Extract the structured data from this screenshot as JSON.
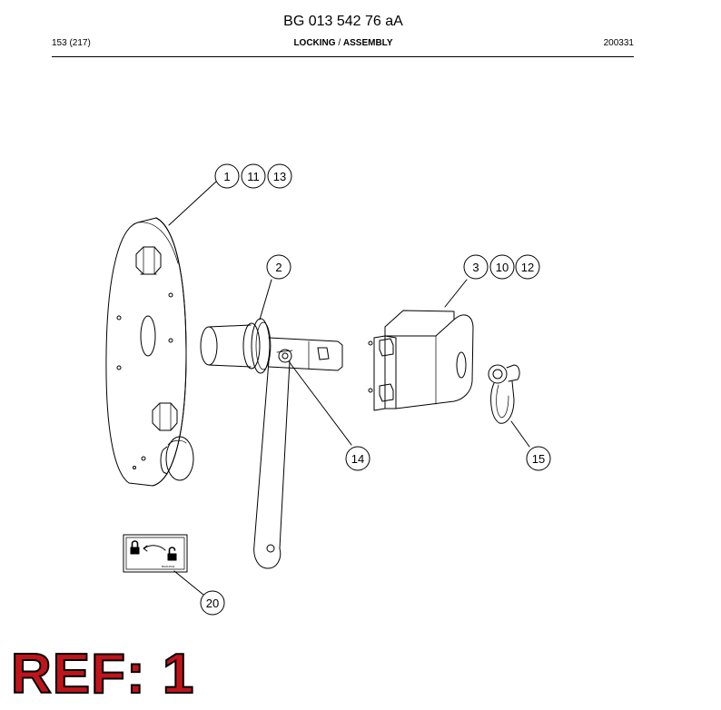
{
  "document": {
    "title": "BG 013 542 76 aA",
    "page_ref": "153 (217)",
    "section_locking": "LOCKING",
    "section_sep": " / ",
    "section_assembly": "ASSEMBLY",
    "date_code": "200331"
  },
  "callouts": {
    "c1": "1",
    "c11": "11",
    "c13": "13",
    "c2": "2",
    "c3": "3",
    "c10": "10",
    "c12": "12",
    "c14": "14",
    "c15": "15",
    "c20": "20"
  },
  "decal": {
    "small_text": "BG013542"
  },
  "stamp": {
    "text": "REF: 1",
    "color": "#c0141b"
  }
}
